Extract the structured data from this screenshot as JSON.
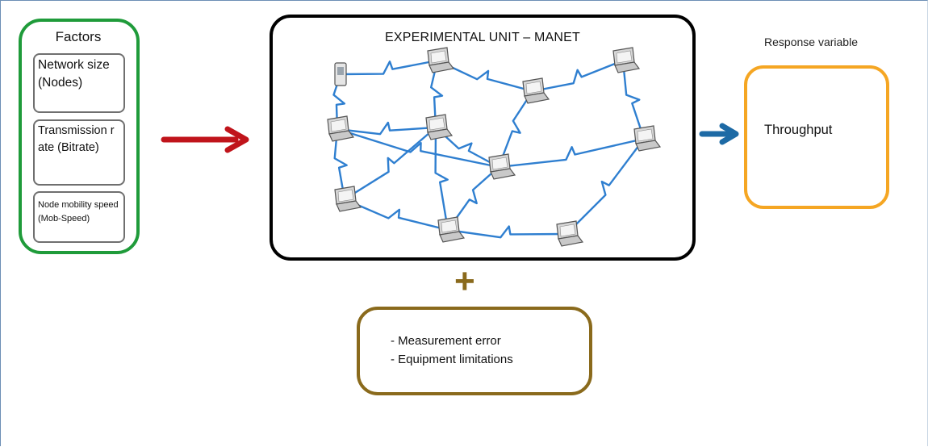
{
  "factors": {
    "title": "Factors",
    "items": [
      {
        "label": "Network size (Nodes)"
      },
      {
        "label": "Transmission rate (Bitrate)"
      },
      {
        "label": "Node mobility speed (Mob-Speed)"
      }
    ]
  },
  "experimental_unit": {
    "title": "EXPERIMENTAL UNIT – MANET"
  },
  "response": {
    "label": "Response variable",
    "value": "Throughput"
  },
  "noise": {
    "plus": "+",
    "items": [
      "- Measurement error",
      "- Equipment limitations"
    ]
  },
  "colors": {
    "factors_border": "#1f9b3a",
    "input_arrow": "#c0141b",
    "output_arrow": "#1d6aa5",
    "response_border": "#f5a623",
    "noise_border": "#8a6a1c",
    "wireless_link": "#2f7fd0"
  }
}
